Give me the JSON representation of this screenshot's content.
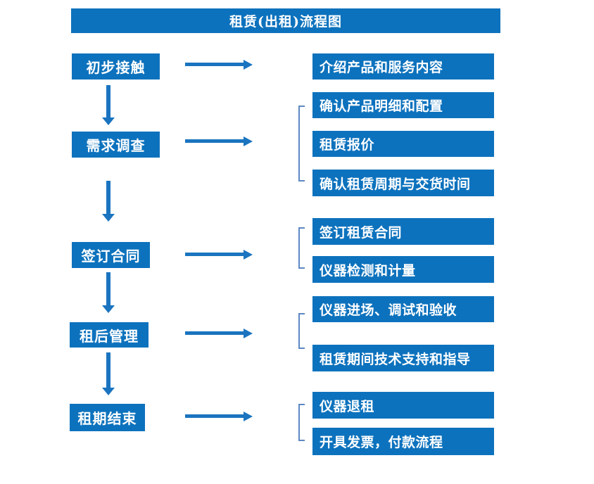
{
  "title": "租赁(出租)流程图",
  "colors": {
    "box_blue": "#0d72bd",
    "arrow_blue": "#1a74bf",
    "bracket_blue": "#5d88c3",
    "text_white": "#ffffff",
    "background": "#ffffff"
  },
  "flow": {
    "stages": [
      {
        "label": "初步接触",
        "outputs": [
          "介绍产品和服务内容"
        ]
      },
      {
        "label": "需求调查",
        "outputs": [
          "确认产品明细和配置",
          "租赁报价",
          "确认租赁周期与交货时间"
        ]
      },
      {
        "label": "签订合同",
        "outputs": [
          "签订租赁合同",
          "仪器检测和计量"
        ]
      },
      {
        "label": "租后管理",
        "outputs": [
          "仪器进场、调试和验收",
          "租赁期间技术支持和指导"
        ]
      },
      {
        "label": "租期结束",
        "outputs": [
          "仪器退租",
          "开具发票，付款流程"
        ]
      }
    ]
  }
}
